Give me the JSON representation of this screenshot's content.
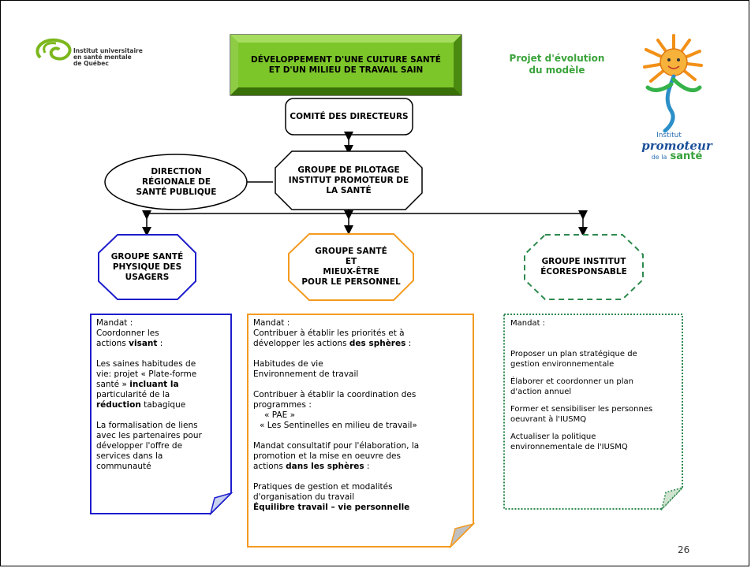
{
  "title": {
    "line1": "DÉVELOPPEMENT D'UNE CULTURE SANTÉ",
    "line2": "ET D'UN MILIEU DE TRAVAIL SAIN"
  },
  "logo_left": {
    "line1": "Institut universitaire",
    "line2": "en santé mentale",
    "line3": "de Québec"
  },
  "project_label": {
    "line1": "Projet d'évolution",
    "line2": "du modèle"
  },
  "logo_right": {
    "line1": "Institut",
    "line2": "promoteur",
    "line3a": "de la",
    "line3b": "santé"
  },
  "comite": "COMITÉ DES DIRECTEURS",
  "direction": {
    "line1": "DIRECTION",
    "line2": "RÉGIONALE DE",
    "line3": "SANTÉ PUBLIQUE"
  },
  "pilotage": {
    "line1": "GROUPE DE PILOTAGE",
    "line2": "INSTITUT PROMOTEUR DE",
    "line3": "LA SANTÉ"
  },
  "groups": {
    "usagers": {
      "line1": "GROUPE SANTÉ",
      "line2": "PHYSIQUE DES",
      "line3": "USAGERS"
    },
    "personnel": {
      "line1": "GROUPE SANTÉ",
      "line2": "ET",
      "line3": "MIEUX-ÊTRE",
      "line4": "POUR LE PERSONNEL"
    },
    "eco": {
      "line1": "GROUPE  INSTITUT",
      "line2": "ÉCORESPONSABLE"
    }
  },
  "mandate_usagers": {
    "heading": "Mandat :",
    "l1": "Coordonner les",
    "l2a": "actions ",
    "l2b": "visant",
    "l2c": " :",
    "l3": "Les saines habitudes de",
    "l4": "vie:  projet «  Plate-forme",
    "l5a": "santé » ",
    "l5b": "incluant la",
    "l6": "particularité de la",
    "l7a": "réduction",
    "l7b": " tabagique",
    "l8": "La formalisation de liens",
    "l9": "avec les partenaires pour",
    "l10": "développer l'offre de",
    "l11": "services dans la",
    "l12": "communauté"
  },
  "mandate_personnel": {
    "heading": "Mandat :",
    "l1": "Contribuer à établir les priorités et à",
    "l2a": "développer les actions ",
    "l2b": "des sphères",
    "l2c": " :",
    "l3": "Habitudes de vie",
    "l4": "Environnement de travail",
    "l5": "Contribuer à établir la coordination  des",
    "l6": "programmes :",
    "l7": "« PAE »",
    "l8": "« Les Sentinelles en milieu de travail»",
    "l9": "Mandat consultatif pour l'élaboration, la",
    "l10": "promotion et la mise en oeuvre des",
    "l11a": "actions  ",
    "l11b": "dans les sphères",
    "l11c": " :",
    "l12": "Pratiques de gestion et modalités",
    "l13": "d'organisation du travail",
    "l14": "Équilibre travail – vie personnelle"
  },
  "mandate_eco": {
    "heading": "Mandat :",
    "l1": "Proposer un plan stratégique de",
    "l2": "gestion environnementale",
    "l3": "Élaborer et coordonner un plan",
    "l4": "d'action annuel",
    "l5": "Former et sensibiliser les personnes",
    "l6": "oeuvrant à l'IUSMQ",
    "l7": "Actualiser la politique",
    "l8": "environnementale de l'IUSMQ"
  },
  "page_number": "26",
  "colors": {
    "title_green": "#7dc62a",
    "usagers_blue": "#1d1dcc",
    "personnel_orange": "#f39a1f",
    "eco_green": "#2d8a4e",
    "project_label_green": "#3aa33a"
  }
}
